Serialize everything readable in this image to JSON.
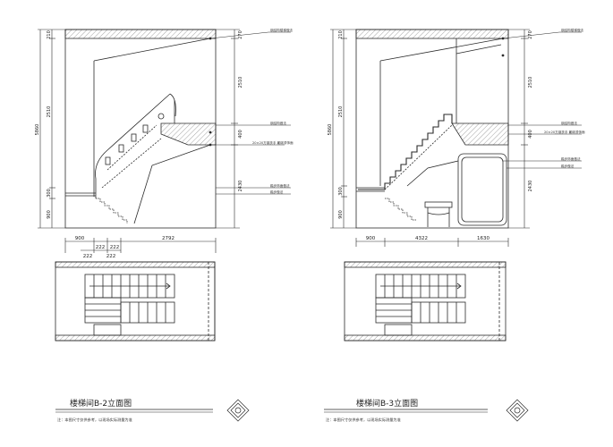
{
  "colors": {
    "line": "#2a2a2a",
    "hatch": "#555555",
    "background": "#ffffff"
  },
  "drawings": [
    {
      "id": "b2",
      "title": "楼梯间B-2立面图",
      "note": "注：本图尺寸仅供参考，以现场实际测量为准",
      "left_dims": {
        "top": "210",
        "middle": "2510",
        "lower": "300",
        "bottom": "900",
        "overall": "5860"
      },
      "right_dims": {
        "top": "270",
        "middle": "2510",
        "step": "400",
        "lower": "2430"
      },
      "bottom_dims": [
        "900",
        "222",
        "222",
        "2792"
      ],
      "bottom_sub_dims": [
        "222",
        "222"
      ],
      "callouts": [
        "钢结构楼梯做法",
        "钢结构做法",
        "20×20方钢扶手 氟碳漆饰面",
        "踏步饰面做法",
        "踏步做法"
      ]
    },
    {
      "id": "b3",
      "title": "楼梯间B-3立面图",
      "note": "注：本图尺寸仅供参考，以现场实际测量为准",
      "left_dims": {
        "top": "210",
        "middle": "2510",
        "lower": "300",
        "bottom": "900",
        "overall": "5860"
      },
      "right_dims": {
        "top": "270",
        "middle": "2510",
        "step": "400",
        "lower": "2430"
      },
      "bottom_dims": [
        "900",
        "4322",
        "1630"
      ],
      "callouts": [
        "钢结构楼梯做法",
        "钢结构做法",
        "20×20方钢扶手 氟碳漆饰面",
        "踏步饰面做法",
        "踏步做法"
      ]
    }
  ]
}
